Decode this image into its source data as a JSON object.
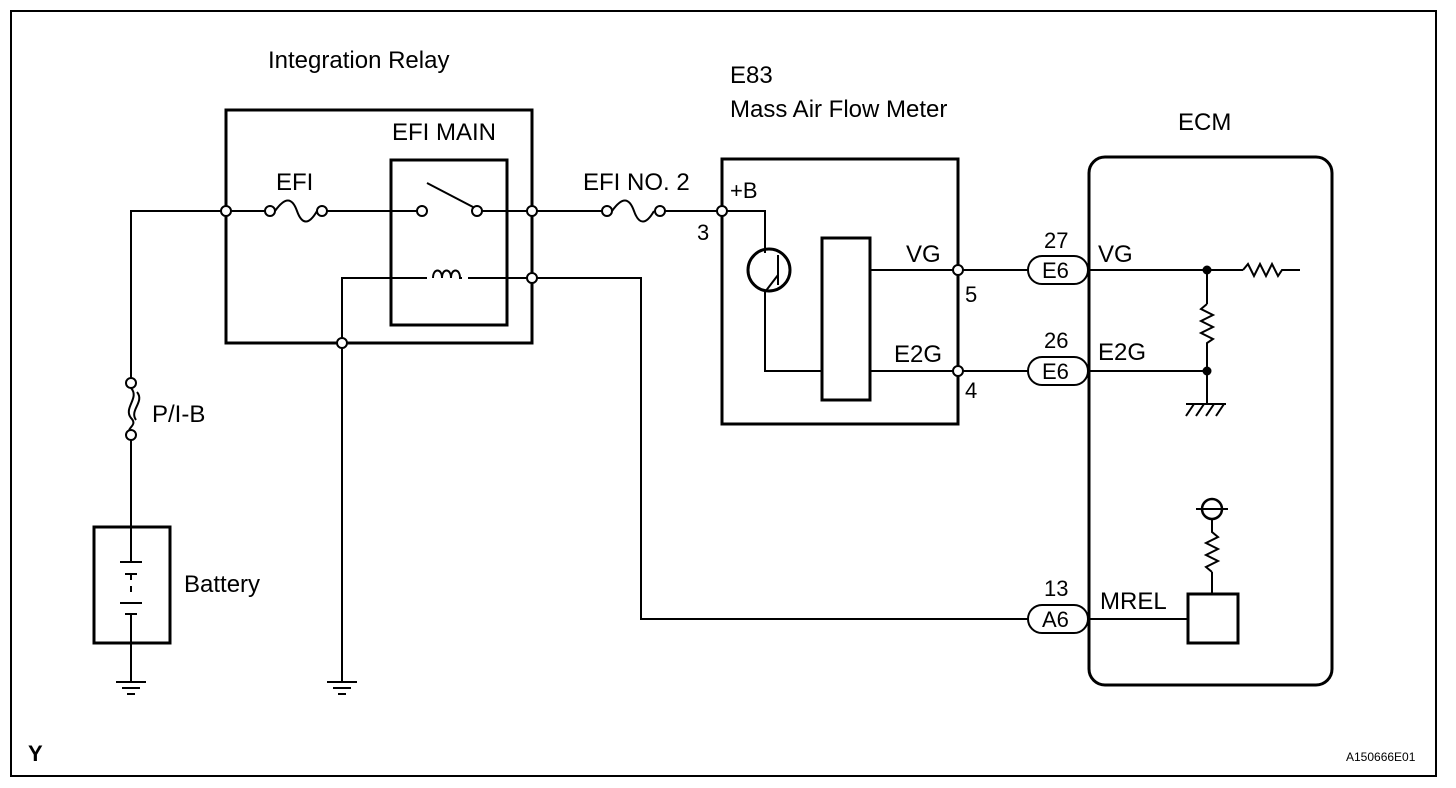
{
  "diagram": {
    "relay_title": "Integration Relay",
    "efi_main": "EFI MAIN",
    "efi_fuse": "EFI",
    "efi_no2": "EFI NO. 2",
    "pib": "P/I-B",
    "battery": "Battery",
    "maf_code": "E83",
    "maf_name": "Mass Air Flow Meter",
    "maf_plus_b": "+B",
    "maf_vg": "VG",
    "maf_e2g": "E2G",
    "pin_3": "3",
    "pin_5": "5",
    "pin_4": "4",
    "ecm": "ECM",
    "conn_vg_num": "27",
    "conn_vg_id": "E6",
    "ecm_vg": "VG",
    "conn_e2g_num": "26",
    "conn_e2g_id": "E6",
    "ecm_e2g": "E2G",
    "conn_mrel_num": "13",
    "conn_mrel_id": "A6",
    "ecm_mrel": "MREL",
    "corner_letter": "Y",
    "figure_code": "A150666E01"
  }
}
